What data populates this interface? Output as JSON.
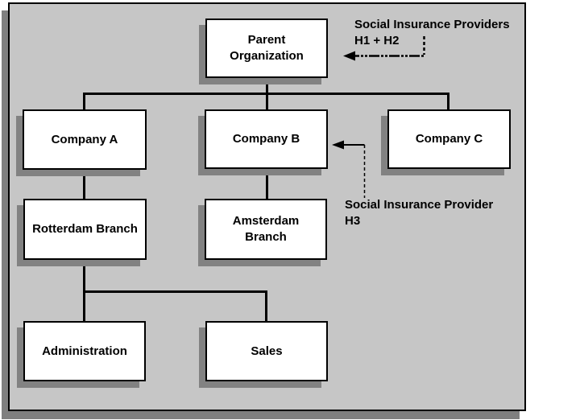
{
  "colors": {
    "panel_background": "#c6c6c6",
    "shadow": "#7f7f7f",
    "node_background": "#ffffff",
    "line": "#000000"
  },
  "org_chart": {
    "nodes": {
      "parent": {
        "label": "Parent\nOrganization"
      },
      "company_a": {
        "label": "Company A"
      },
      "company_b": {
        "label": "Company B"
      },
      "company_c": {
        "label": "Company C"
      },
      "rotterdam": {
        "label": "Rotterdam Branch"
      },
      "amsterdam": {
        "label": "Amsterdam\nBranch"
      },
      "administration": {
        "label": "Administration"
      },
      "sales": {
        "label": "Sales"
      }
    },
    "edges": [
      {
        "from": "parent",
        "to": "company_a"
      },
      {
        "from": "parent",
        "to": "company_b"
      },
      {
        "from": "parent",
        "to": "company_c"
      },
      {
        "from": "company_a",
        "to": "rotterdam"
      },
      {
        "from": "company_b",
        "to": "amsterdam"
      },
      {
        "from": "rotterdam",
        "to": "administration"
      },
      {
        "from": "rotterdam",
        "to": "sales"
      }
    ],
    "annotations": [
      {
        "label": "Social Insurance Providers\nH1 + H2",
        "points_to": "parent"
      },
      {
        "label": "Social Insurance Provider\nH3",
        "points_to": "company_b"
      }
    ]
  }
}
